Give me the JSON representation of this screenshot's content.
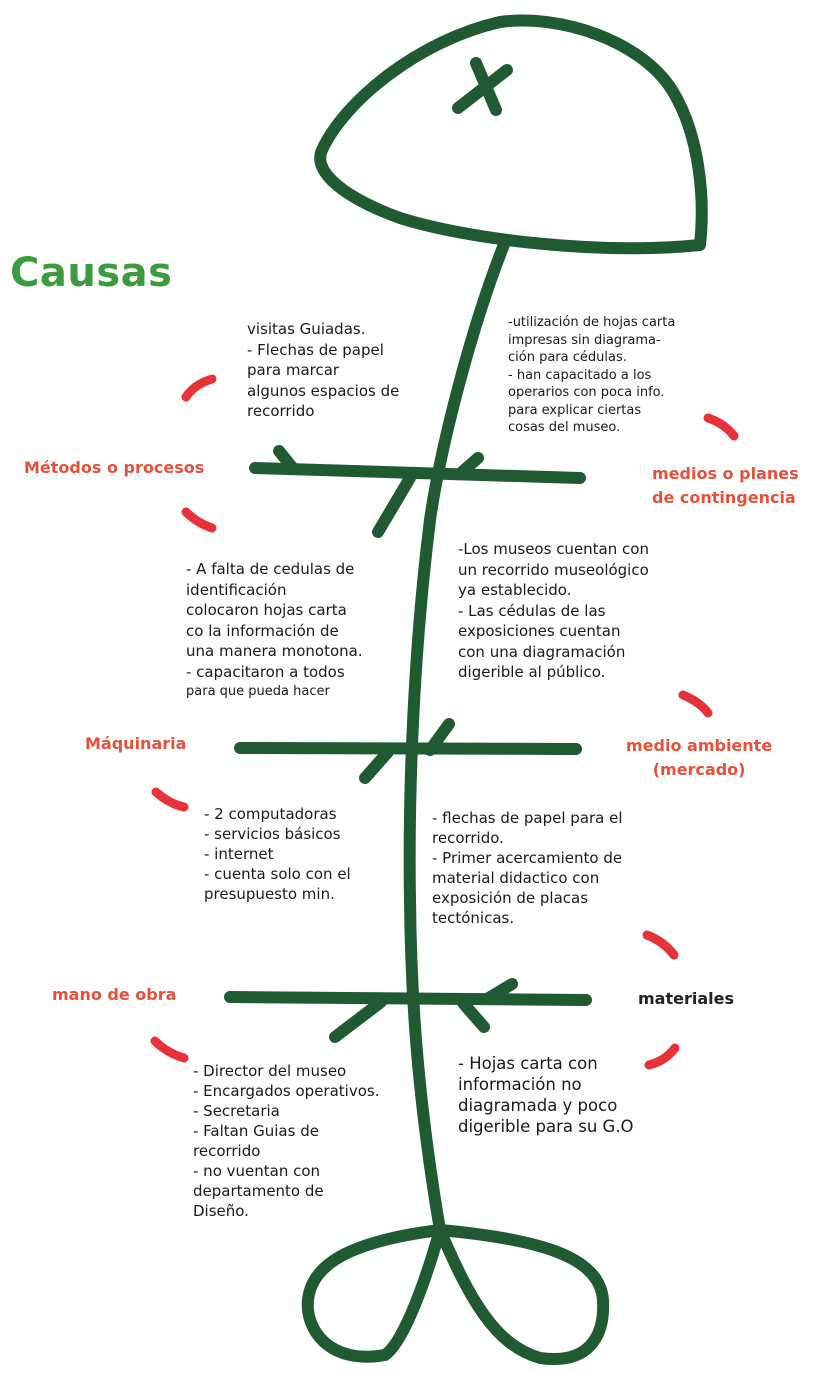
{
  "title": "Causas",
  "colors": {
    "spine": "#1f5a33",
    "accent": "#e8503a",
    "title": "#3c9a3f"
  },
  "categories": {
    "metodos": "Métodos o procesos",
    "medios": [
      "medios o planes",
      "de contingencia"
    ],
    "maquinaria": "Máquinaria",
    "medio_ambiente": [
      "medio ambiente",
      "(mercado)"
    ],
    "mano_obra": "mano de obra",
    "materiales": "materiales"
  },
  "notes": {
    "metodos": [
      "visitas Guiadas.",
      "- Flechas de papel",
      "para marcar",
      "algunos espacios de",
      "recorrido"
    ],
    "medios": [
      "-utilización de hojas carta",
      "impresas sin diagrama-",
      "ción para cédulas.",
      "- han capacitado a los",
      "operarios con poca info.",
      "para explicar ciertas",
      "cosas del museo."
    ],
    "maquinaria": [
      "- A falta de cedulas de",
      "identificación",
      "colocaron hojas carta",
      "co la información de",
      "una manera monotona.",
      "- capacitaron a todos",
      "para que pueda hacer"
    ],
    "medio_ambiente": [
      "-Los museos cuentan con",
      "un recorrido museológico",
      "ya establecido.",
      "- Las cédulas de las",
      "exposiciones cuentan",
      "con una diagramación",
      "digerible al público."
    ],
    "maquinaria_list": [
      "- 2 computadoras",
      "- servicios básicos",
      "- internet",
      "- cuenta solo con el",
      "presupuesto min."
    ],
    "materiales_top": [
      "- flechas de papel   para el",
      "recorrido.",
      "- Primer acercamiento de",
      "material didactico con",
      "exposición de placas",
      "tectónicas."
    ],
    "mano_obra": [
      "- Director del museo",
      "- Encargados operativos.",
      "- Secretaria",
      "- Faltan Guias de",
      "recorrido",
      "- no vuentan con",
      "departamento de",
      "Diseño."
    ],
    "materiales": [
      "- Hojas carta con",
      "información no",
      "diagramada y poco",
      "digerible para su G.O"
    ]
  }
}
